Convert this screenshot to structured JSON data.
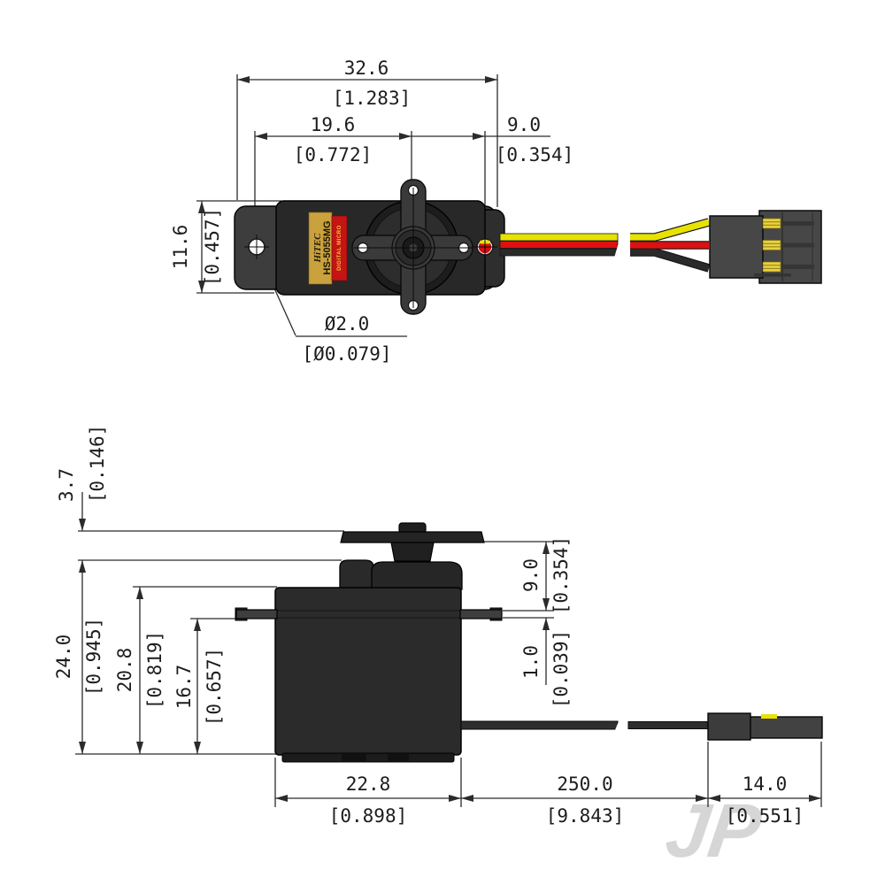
{
  "product": {
    "brand": "HiTEC",
    "model": "HS-5055MG",
    "badge": "DIGITAL MICRO"
  },
  "watermark": "JP",
  "top_view": {
    "overall_width_mm": "32.6",
    "overall_width_in": "[1.283]",
    "hole_to_shaft_mm": "19.6",
    "hole_to_shaft_in": "[0.772]",
    "shaft_to_hole_mm": "9.0",
    "shaft_to_hole_in": "[0.354]",
    "body_width_mm": "11.6",
    "body_width_in": "[0.457]",
    "mount_hole_dia_mm": "Ø2.0",
    "mount_hole_dia_in": "[Ø0.079]"
  },
  "side_view": {
    "horn_above_case_mm": "3.7",
    "horn_above_case_in": "[0.146]",
    "overall_height_mm": "24.0",
    "overall_height_in": "[0.945]",
    "case_height_mm": "20.8",
    "case_height_in": "[0.819]",
    "flange_to_bottom_mm": "16.7",
    "flange_to_bottom_in": "[0.657]",
    "horn_to_flange_mm": "9.0",
    "horn_to_flange_in": "[0.354]",
    "flange_thickness_mm": "1.0",
    "flange_thickness_in": "[0.039]",
    "case_length_mm": "22.8",
    "case_length_in": "[0.898]",
    "cable_length_mm": "250.0",
    "cable_length_in": "[9.843]",
    "connector_length_mm": "14.0",
    "connector_length_in": "[0.551]"
  },
  "colors": {
    "case": "#282828",
    "flange": "#3e3e3e",
    "wire_yellow": "#e8e200",
    "wire_red": "#dd1111",
    "wire_black": "#2a2a2a",
    "label_gold": "#c9a23d",
    "label_red": "#c41414",
    "contact_gold": "#ead23c",
    "dimension_line": "#2b2b2b",
    "watermark_gray": "#d6d6d6"
  }
}
